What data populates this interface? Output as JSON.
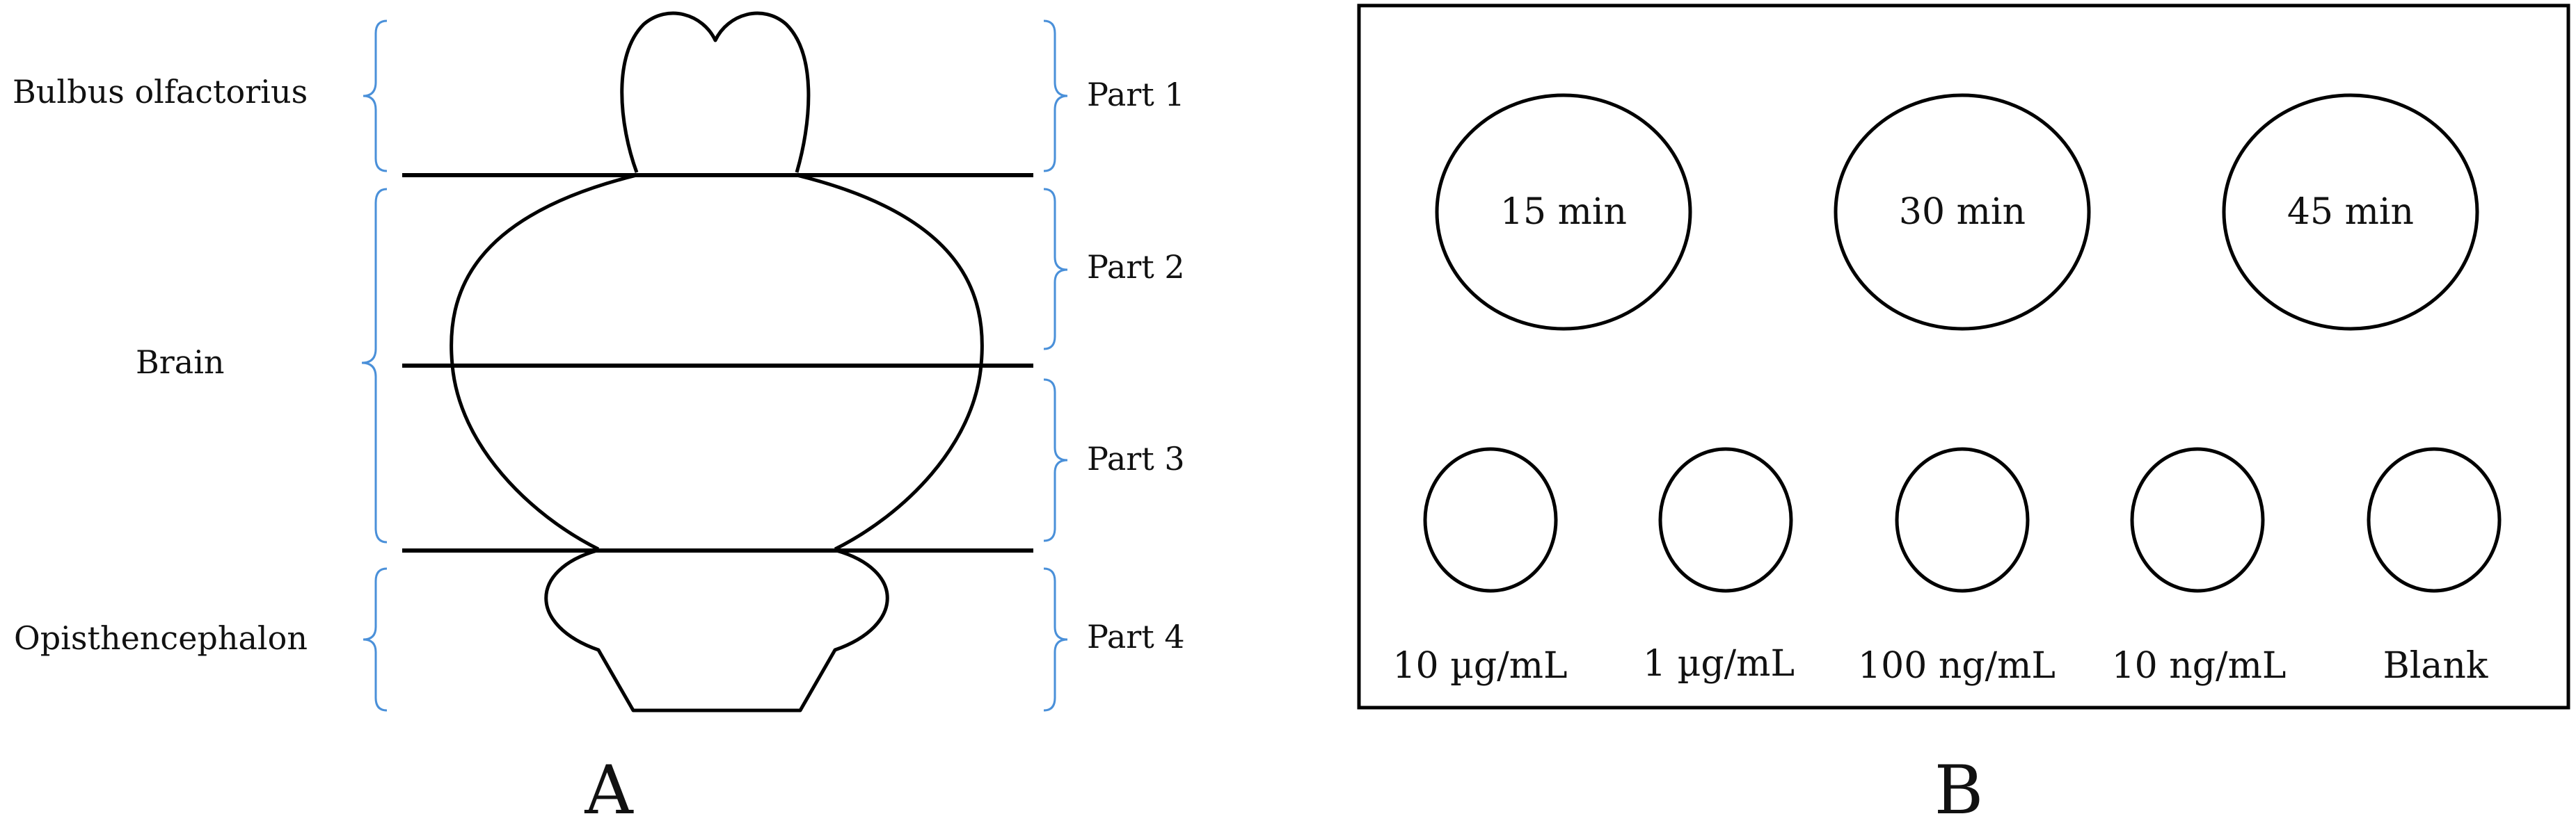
{
  "panel_a": {
    "label": "A",
    "regions": [
      {
        "name": "Bulbus olfactorius"
      },
      {
        "name": "Brain"
      },
      {
        "name": "Opisthencephalon"
      }
    ],
    "parts": [
      "Part 1",
      "Part 2",
      "Part 3",
      "Part 4"
    ]
  },
  "panel_b": {
    "label": "B",
    "time_wells": [
      "15 min",
      "30 min",
      "45 min"
    ],
    "concentration_wells": [
      "10 µg/mL",
      "1 µg/mL",
      "100 ng/mL",
      "10 ng/mL",
      "Blank"
    ]
  },
  "colors": {
    "brace": "#4a90d9",
    "outline": "#000000"
  }
}
